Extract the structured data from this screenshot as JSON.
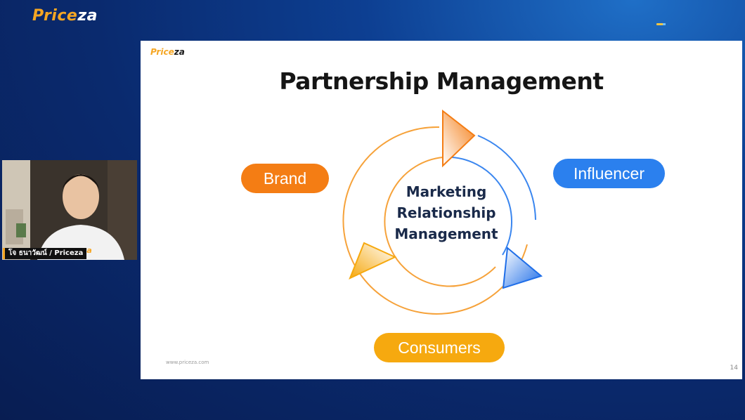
{
  "stream": {
    "logo_part1": "Price",
    "logo_part2": "za"
  },
  "slide": {
    "logo_part1": "Price",
    "logo_part2": "za",
    "title": "Partnership Management",
    "center_lines": [
      "Marketing",
      "Relationship",
      "Management"
    ],
    "pills": {
      "brand": "Brand",
      "influencer": "Influencer",
      "consumers": "Consumers"
    },
    "footer_url": "www.priceza.com",
    "page_number": "14"
  },
  "speaker": {
    "caption": "โจ ธนาวัฒน์ / Priceza",
    "shirt_text": "za"
  },
  "colors": {
    "brand_orange": "#f47d14",
    "influencer_blue": "#2b80ee",
    "consumers_yellow": "#f6a90f",
    "logo_orange": "#f5a623"
  }
}
